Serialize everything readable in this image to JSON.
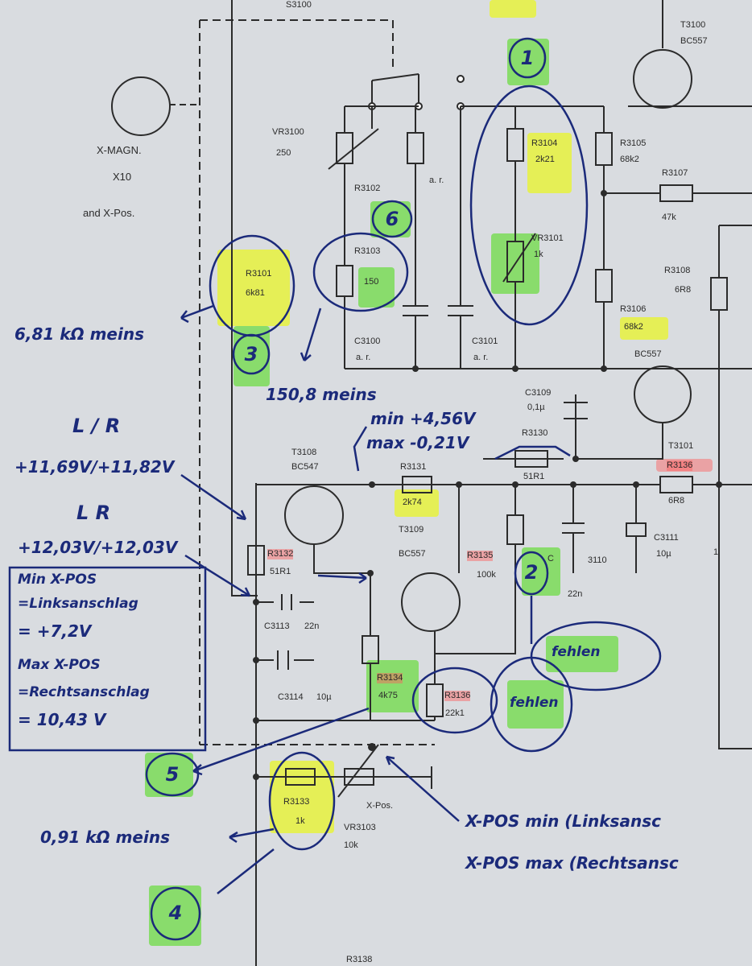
{
  "schematic": {
    "switch": "S3100",
    "connector_label": [
      "X-MAGN.",
      "X10",
      "and X-Pos."
    ],
    "parts": {
      "T3100": [
        "T3100",
        "BC557"
      ],
      "VR3100": [
        "VR3100",
        "250"
      ],
      "R3102": "R3102",
      "R3103": [
        "R3103",
        "150"
      ],
      "ar1": "a. r.",
      "R3104": [
        "R3104",
        "2k21"
      ],
      "R3105": [
        "R3105",
        "68k2"
      ],
      "R3107": [
        "R3107",
        "47k"
      ],
      "VR3101": [
        "VR3101",
        "1k"
      ],
      "R3108": [
        "R3108",
        "6R8"
      ],
      "R3106": [
        "R3106",
        "68k2"
      ],
      "T3102_type": "BC557",
      "R3101": [
        "R3101",
        "6k81"
      ],
      "C3100": [
        "C3100",
        "a. r."
      ],
      "C3101": [
        "C3101",
        "a. r."
      ],
      "C3109": [
        "C3109",
        "0,1µ"
      ],
      "R3130": "R3130",
      "R3130_val": "51R1",
      "T3101": "T3101",
      "T3108": [
        "T3108",
        "BC547"
      ],
      "R3131": [
        "R3131",
        "2k74"
      ],
      "R3136": [
        "R3136",
        "6R8"
      ],
      "T3109": [
        "T3109",
        "BC557"
      ],
      "R3132": [
        "R3132",
        "51R1"
      ],
      "R3135": [
        "R3135",
        "100k"
      ],
      "C3110": [
        "C",
        "3110",
        "22n"
      ],
      "C3111": [
        "C3111",
        "10µ"
      ],
      "one": "1",
      "C3113": [
        "C3113",
        "22n"
      ],
      "C3114": [
        "C3114",
        "10µ"
      ],
      "R3134": [
        "R3134",
        "4k75"
      ],
      "R3136b": [
        "R3136",
        "22k1"
      ],
      "R3133": [
        "R3133",
        "1k"
      ],
      "VR3103": [
        "X-Pos.",
        "VR3103",
        "10k"
      ],
      "R3138": "R3138"
    }
  },
  "notes": {
    "r3101_meas": "6,81 kΩ meins",
    "r3103_meas": "150,8 meins",
    "lr_header": "L / R",
    "lr_values1": "+11,69V/+11,82V",
    "lr_header2": "L R",
    "lr_values2": "+12,03V/+12,03V",
    "minmax": [
      "min +4,56V",
      "max -0,21V"
    ],
    "box_lines": [
      "Min X-POS",
      "=Linksanschlag",
      "= +7,2V",
      "Max X-POS",
      "=Rechtsanschlag",
      "= 10,43 V"
    ],
    "fehlen1": "fehlen",
    "fehlen2": "fehlen",
    "r3133_meas": "0,91 kΩ meins",
    "xpos_min": "X-POS min (Linksansc",
    "xpos_max": "X-POS max (Rechtsansc",
    "circled": [
      "1",
      "2",
      "3",
      "4",
      "5",
      "6"
    ]
  },
  "colors": {
    "paper": "#d9dce0",
    "ink": "#2b2b2b",
    "pen": "#1b2a7a",
    "yellow_highlight": "#e8f528",
    "green_highlight": "#6edc46",
    "red_highlight": "#ff5a5a"
  }
}
